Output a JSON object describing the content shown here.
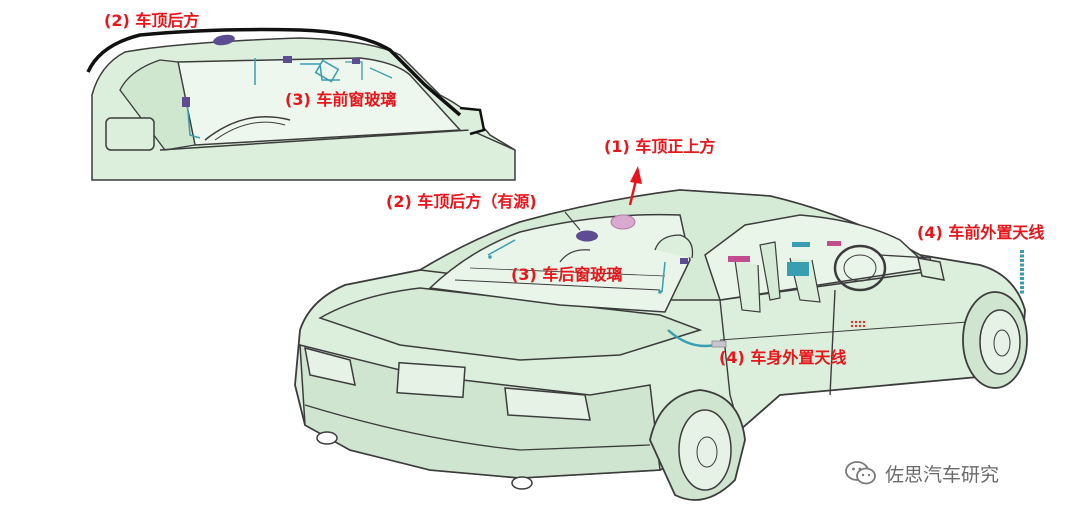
{
  "labels": {
    "roof_rear_inset": "(2) 车顶后方",
    "front_windshield": "(3) 车前窗玻璃",
    "roof_top": "(1) 车顶正上方",
    "roof_rear_active": "(2) 车顶后方（有源)",
    "rear_windshield": "(3) 车后窗玻璃",
    "front_exterior_antenna": "(4) 车前外置天线",
    "body_exterior_antenna": "(4) 车身外置天线"
  },
  "watermark": "佐思汽车研究",
  "colors": {
    "label": "#e8161b",
    "car_fill": "#dcefdc",
    "outline": "#3c3c3c",
    "roof_edge": "#111111",
    "antenna_purple": "#5c4d93",
    "antenna_pink": "#d9a9cf",
    "antenna_teal": "#3a9eb2"
  }
}
